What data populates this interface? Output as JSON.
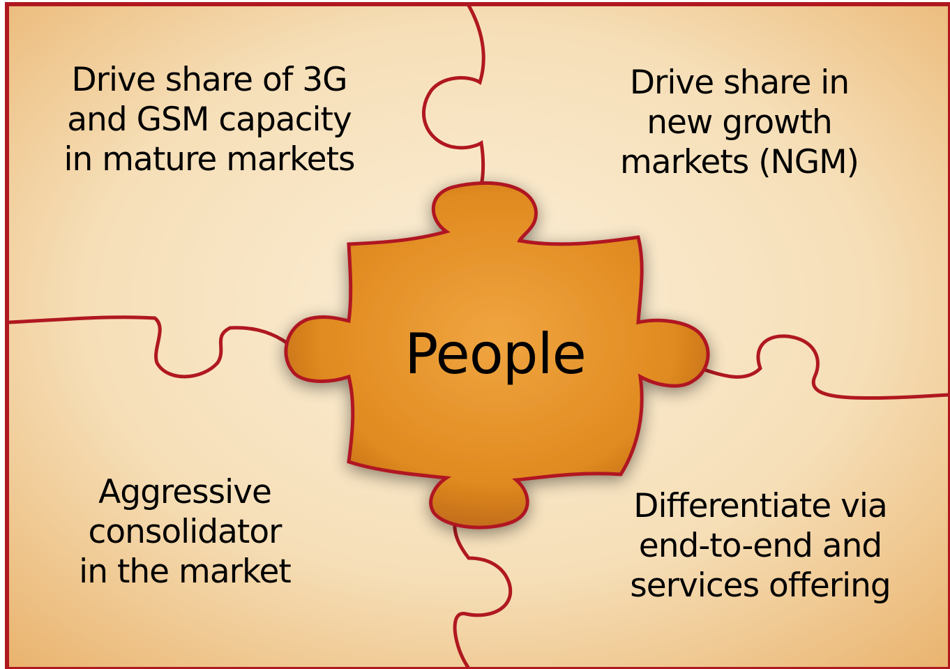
{
  "diagram": {
    "center_label": "People",
    "quadrants": {
      "top_left": "Drive share of 3G\nand GSM capacity\nin mature markets",
      "top_right": "Drive share in\nnew growth\nmarkets (NGM)",
      "bottom_left": "Aggressive\nconsolidator\nin the market",
      "bottom_right": "Differentiate via\nend-to-end and\nservices offering"
    }
  },
  "colors": {
    "background_light": "#f8e6c6",
    "background_edge": "#e9b26c",
    "border_red": "#b01820",
    "center_piece": "#e08a20",
    "center_piece_dark": "#b8621a"
  }
}
